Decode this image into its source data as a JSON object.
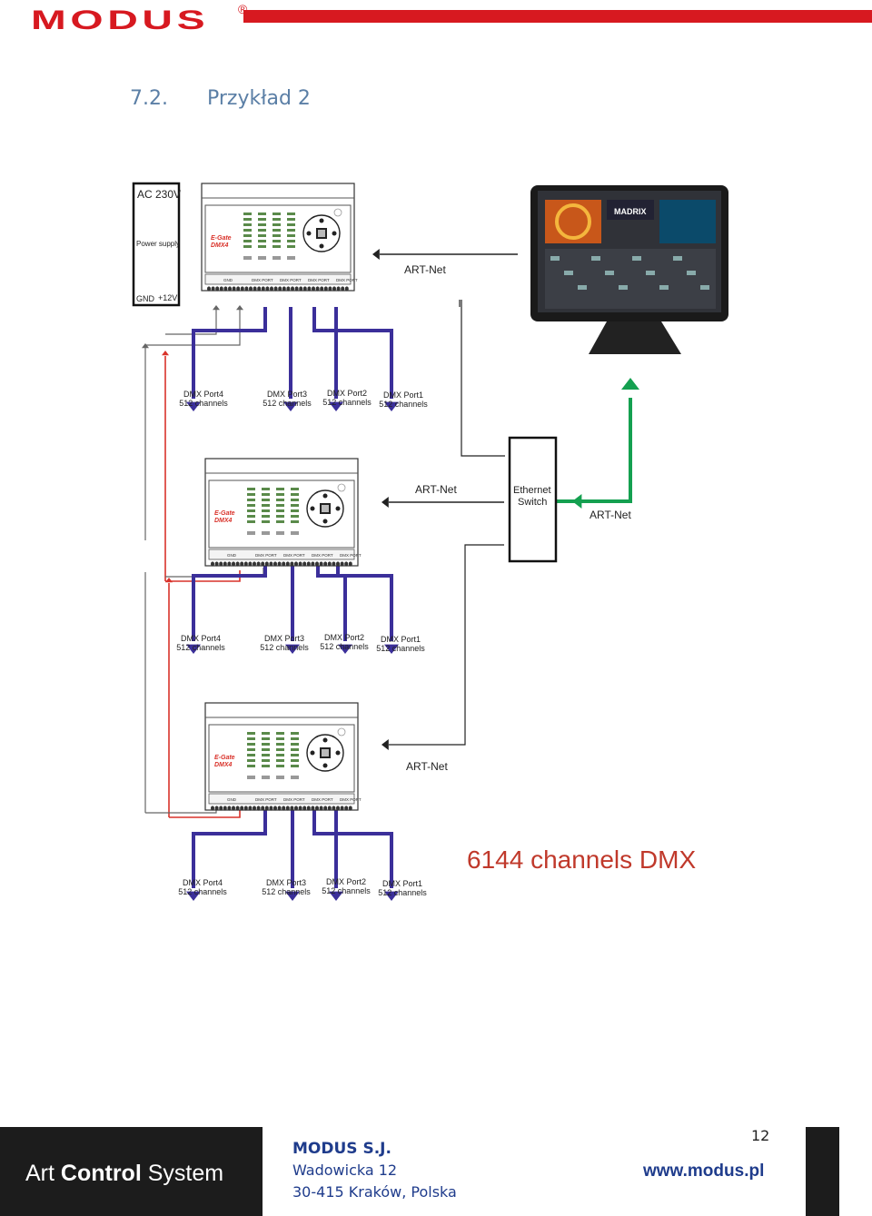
{
  "header": {
    "logo_text": "MODUS",
    "logo_mark": "R",
    "brand_color": "#d71920"
  },
  "section": {
    "number": "7.2.",
    "title": "Przykład 2"
  },
  "diagram": {
    "power": {
      "ac_label": "AC 230V",
      "supply_label": "Power supply",
      "gnd_label": "GND",
      "v12_label": "+12V"
    },
    "device_label_1": "E-Gate",
    "device_label_2": "DMX4",
    "device_jacks": [
      "GND",
      "DMX PORT",
      "DMX PORT",
      "DMX PORT",
      "DMX PORT"
    ],
    "artnet": "ART-Net",
    "switch_label_1": "Ethernet",
    "switch_label_2": "Switch",
    "port_groups": [
      [
        {
          "name": "DMX Port4",
          "channels": "512 channels"
        },
        {
          "name": "DMX Port3",
          "channels": "512 channels"
        },
        {
          "name": "DMX Port2",
          "channels": "512 channels"
        },
        {
          "name": "DMX Port1",
          "channels": "512 channels"
        }
      ],
      [
        {
          "name": "DMX Port4",
          "channels": "512 channels"
        },
        {
          "name": "DMX Port3",
          "channels": "512 channels"
        },
        {
          "name": "DMX Port2",
          "channels": "512 channels"
        },
        {
          "name": "DMX Port1",
          "channels": "512 channels"
        }
      ],
      [
        {
          "name": "DMX Port4",
          "channels": "512 channels"
        },
        {
          "name": "DMX Port3",
          "channels": "512 channels"
        },
        {
          "name": "DMX Port2",
          "channels": "512 channels"
        },
        {
          "name": "DMX Port1",
          "channels": "512 channels"
        }
      ]
    ],
    "total_channels": "6144 channels DMX",
    "monitor_app": "MADRIX",
    "colors": {
      "dmx_arrow": "#3b2f9a",
      "power_red": "#d9322a",
      "ethernet_green": "#14a050",
      "total_text": "#c0392b"
    }
  },
  "footer": {
    "brand_regular_1": "Art ",
    "brand_bold": "Control",
    "brand_regular_2": " System",
    "company": "MODUS S.J.",
    "street": "Wadowicka 12",
    "city": "30-415 Kraków, Polska",
    "website": "www.modus.pl",
    "page_number": "12"
  }
}
